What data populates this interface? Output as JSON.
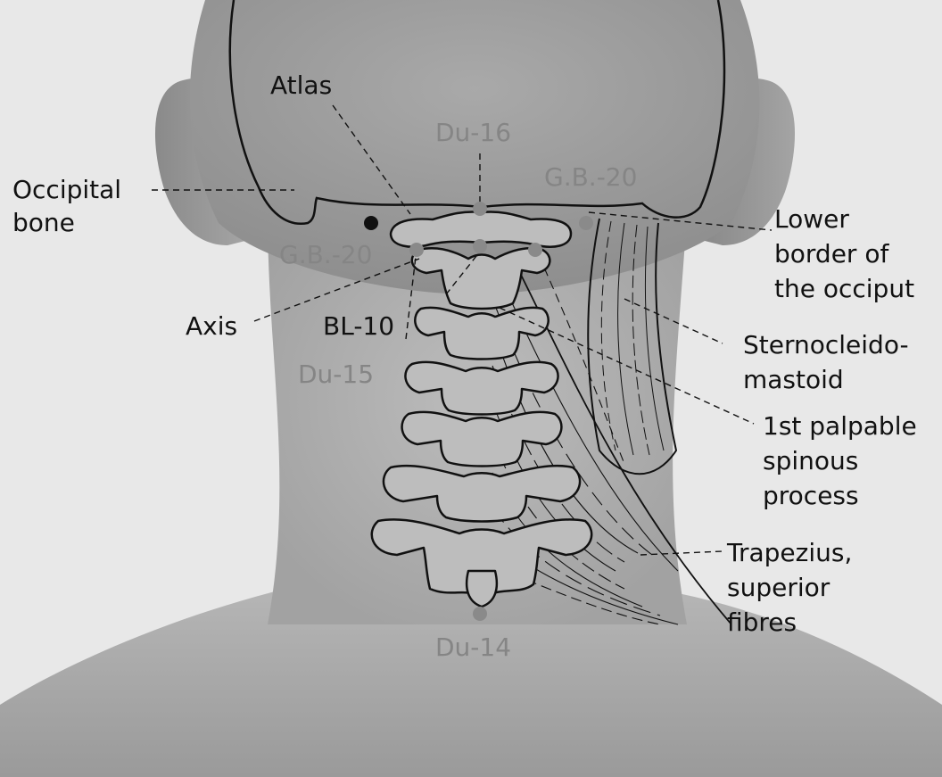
{
  "colors": {
    "background": "#e8e8e8",
    "skin_light": "#bdbdbd",
    "skin_mid": "#a3a3a3",
    "skin_dark": "#7d7d7d",
    "outline": "#111111",
    "acupoint_grey": "#8a8a8a",
    "acupoint_black": "#111111",
    "label_grey": "#858585",
    "label_black": "#111111"
  },
  "labels": {
    "atlas": "Atlas",
    "occipital_bone_1": "Occipital",
    "occipital_bone_2": "bone",
    "axis": "Axis",
    "lower_border_1": "Lower",
    "lower_border_2": "border of",
    "lower_border_3": "the occiput",
    "scm_1": "Sternocleido-",
    "scm_2": "mastoid",
    "spinous_1": "1st palpable",
    "spinous_2": "spinous",
    "spinous_3": "process",
    "trapezius_1": "Trapezius,",
    "trapezius_2": "superior",
    "trapezius_3": "fibres"
  },
  "acupoints": {
    "du16": "Du-16",
    "gb20_right": "G.B.-20",
    "gb20_left": "G.B.-20",
    "bl10": "BL-10",
    "du15": "Du-15",
    "du14": "Du-14"
  }
}
